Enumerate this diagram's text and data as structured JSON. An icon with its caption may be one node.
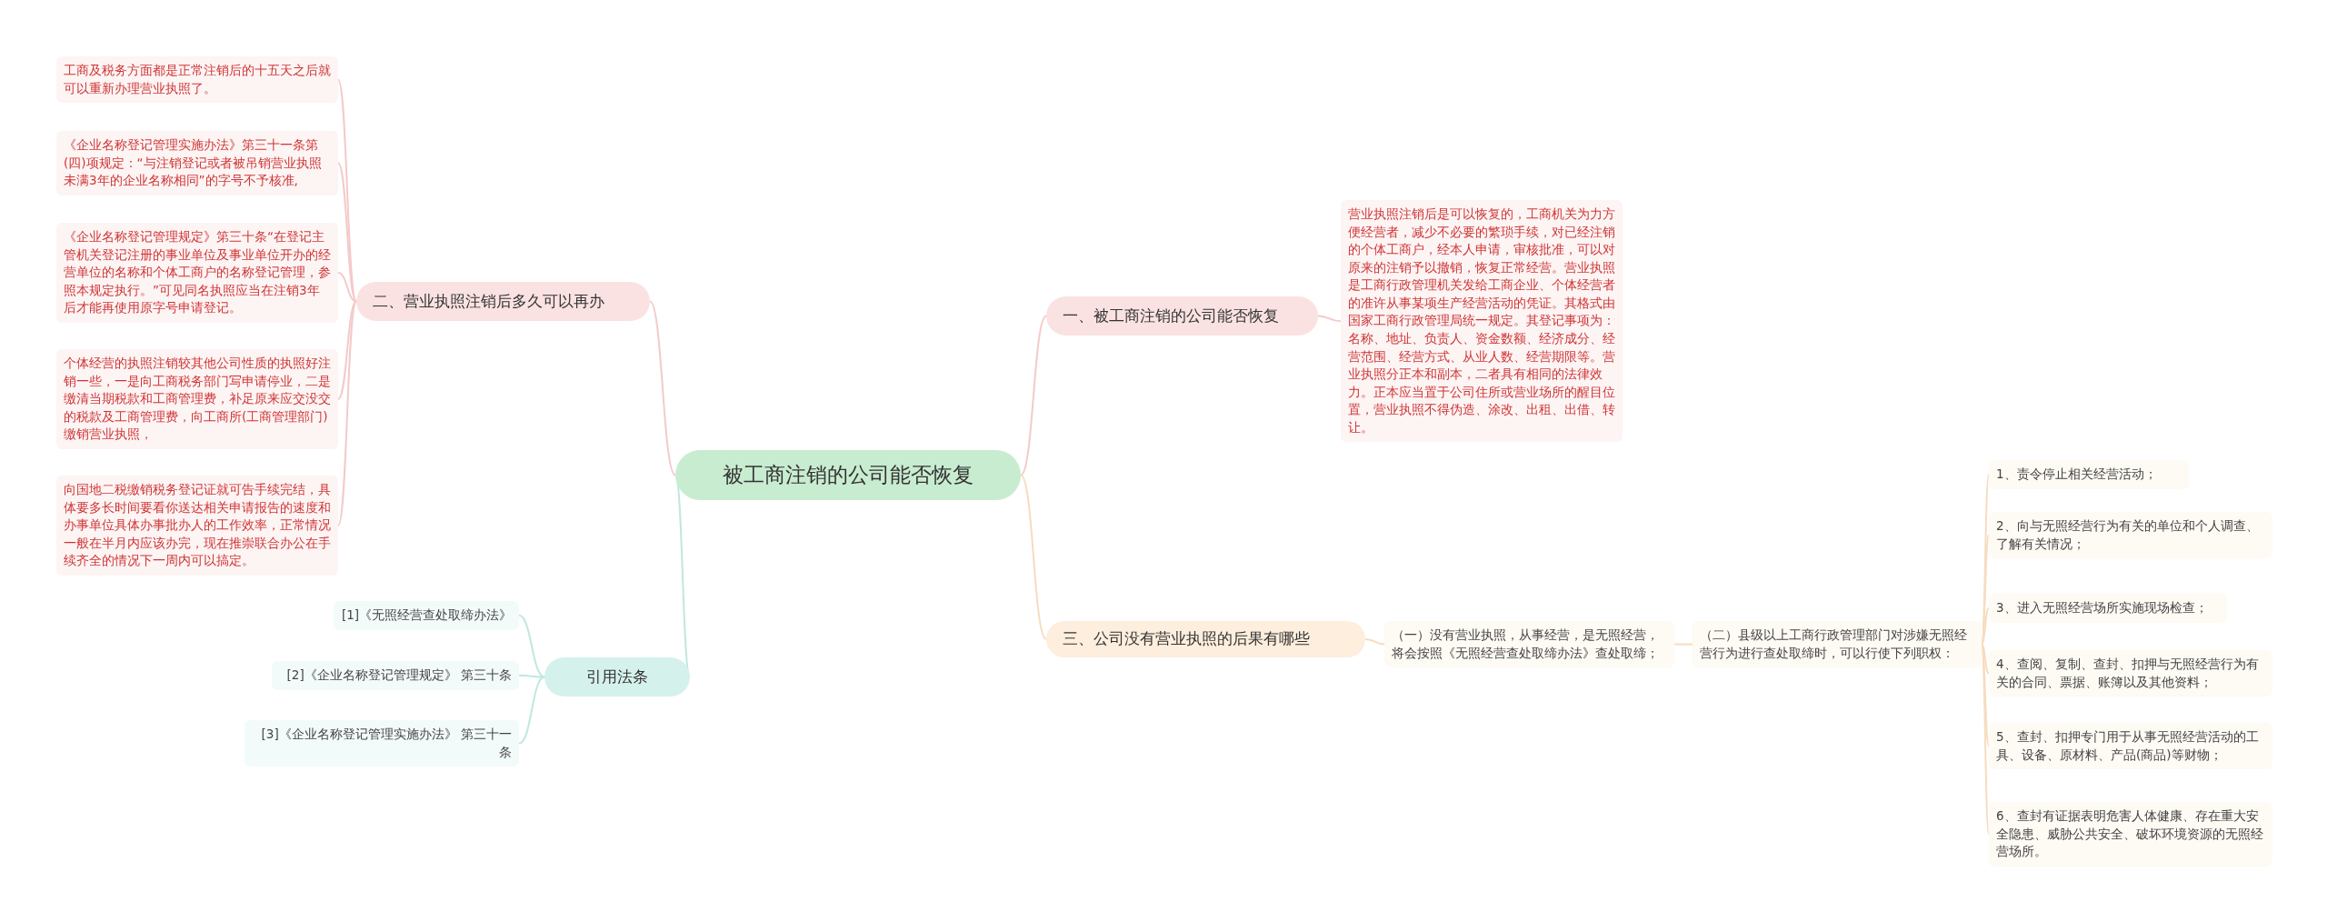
{
  "diagram": {
    "nodes": [
      {
        "text": [
          "被工商注销的公司能否恢复"
        ]
      },
      {
        "text": [
          "二、营业执照注销后多久可以再办"
        ]
      },
      {
        "text": [
          "工商及税务方面都是正常注销后的十五天之后就可以重新办理营业执照了。"
        ]
      },
      {
        "text": [
          "《企业名称登记管理实施办法》第三十一条第(四)项规定：“与注销登记或者被吊销营业执照未满3年的企业名称相同”的字号不予核准,"
        ]
      },
      {
        "text": [
          "《企业名称登记管理规定》第三十条“在登记主管机关登记注册的事业单位及事业单位开办的经营单位的名称和个体工商户的名称登记管理，参照本规定执行。”可见同名执照应当在注销3年后才能再使用原字号申请登记。"
        ]
      },
      {
        "text": [
          "个体经营的执照注销较其他公司性质的执照好注销一些，一是向工商税务部门写申请停业，二是缴清当期税款和工商管理费，补足原来应交没交的税款及工商管理费，向工商所(工商管理部门)缴销营业执照，"
        ]
      },
      {
        "text": [
          "向国地二税缴销税务登记证就可告手续完结，具体要多长时间要看你送达相关申请报告的速度和办事单位具体办事批办人的工作效率，正常情况一般在半月内应该办完，现在推崇联合办公在手续齐全的情况下一周内可以搞定。"
        ]
      },
      {
        "text": [
          "一、被工商注销的公司能否恢复"
        ]
      },
      {
        "text": [
          "营业执照注销后是可以恢复的，工商机关为力方便经营者，减少不必要的繁琐手续，对已经注销的个体工商户，经本人申请，审核批准，可以对原来的注销予以撤销，恢复正常经营。营业执照是工商行政管理机关发给工商企业、个体经营者的准许从事某项生产经营活动的凭证。其格式由国家工商行政管理局统一规定。其登记事项为：名称、地址、负责人、资金数额、经济成分、经营范围、经营方式、从业人数、经营期限等。营业执照分正本和副本，二者具有相同的法律效力。正本应当置于公司住所或营业场所的醒目位置，营业执照不得伪造、涂改、出租、出借、转让。"
        ]
      },
      {
        "text": [
          "三、公司没有营业执照的后果有哪些"
        ]
      },
      {
        "text": [
          "（一）没有营业执照，从事经营，是无照经营，将会按照《无照经营查处取缔办法》查处取缔；"
        ]
      },
      {
        "text": [
          "（二）县级以上工商行政管理部门对涉嫌无照经营行为进行查处取缔时，可以行使下列职权："
        ]
      },
      {
        "text": [
          "1、责令停止相关经营活动；"
        ]
      },
      {
        "text": [
          "2、向与无照经营行为有关的单位和个人调查、了解有关情况；"
        ]
      },
      {
        "text": [
          "3、进入无照经营场所实施现场检查；"
        ]
      },
      {
        "text": [
          "4、查阅、复制、查封、扣押与无照经营行为有关的合同、票据、账簿以及其他资料；"
        ]
      },
      {
        "text": [
          "5、查封、扣押专门用于从事无照经营活动的工具、设备、原材料、产品(商品)等财物；"
        ]
      },
      {
        "text": [
          "6、查封有证据表明危害人体健康、存在重大安全隐患、威胁公共安全、破坏环境资源的无照经营场所。"
        ]
      },
      {
        "text": [
          "引用法条"
        ]
      },
      {
        "text": [
          "[1]《无照经营查处取缔办法》"
        ]
      },
      {
        "text": [
          "[2]《企业名称登记管理规定》 第三十条"
        ]
      },
      {
        "text": [
          "[3]《企业名称登记管理实施办法》 第三十一条"
        ]
      }
    ],
    "edges": [
      {
        "from": 0,
        "to": 1,
        "arrow": "none",
        "color": "#f4caca"
      },
      {
        "from": 1,
        "to": 2,
        "arrow": "none",
        "color": "#f4caca"
      },
      {
        "from": 1,
        "to": 3,
        "arrow": "none",
        "color": "#f4caca"
      },
      {
        "from": 1,
        "to": 4,
        "arrow": "none",
        "color": "#f4caca"
      },
      {
        "from": 1,
        "to": 5,
        "arrow": "none",
        "color": "#f4caca"
      },
      {
        "from": 1,
        "to": 6,
        "arrow": "none",
        "color": "#f4caca"
      },
      {
        "from": 0,
        "to": 7,
        "arrow": "none",
        "color": "#f4caca"
      },
      {
        "from": 7,
        "to": 8,
        "arrow": "none",
        "color": "#f4caca"
      },
      {
        "from": 0,
        "to": 9,
        "arrow": "none"
      },
      {
        "from": 9,
        "to": 10,
        "arrow": "none"
      },
      {
        "from": 10,
        "to": 11,
        "arrow": "none"
      },
      {
        "from": 11,
        "to": 12,
        "arrow": "none"
      },
      {
        "from": 11,
        "to": 13,
        "arrow": "none"
      },
      {
        "from": 11,
        "to": 14,
        "arrow": "none"
      },
      {
        "from": 11,
        "to": 15,
        "arrow": "none"
      },
      {
        "from": 11,
        "to": 16,
        "arrow": "none"
      },
      {
        "from": 11,
        "to": 17,
        "arrow": "none"
      },
      {
        "from": 0,
        "to": 18,
        "arrow": "none",
        "color": "#bfe8df"
      },
      {
        "from": 18,
        "to": 19,
        "arrow": "none",
        "color": "#bfe8df"
      },
      {
        "from": 18,
        "to": 20,
        "arrow": "none",
        "color": "#bfe8df"
      },
      {
        "from": 18,
        "to": 21,
        "arrow": "none",
        "color": "#bfe8df"
      }
    ]
  }
}
